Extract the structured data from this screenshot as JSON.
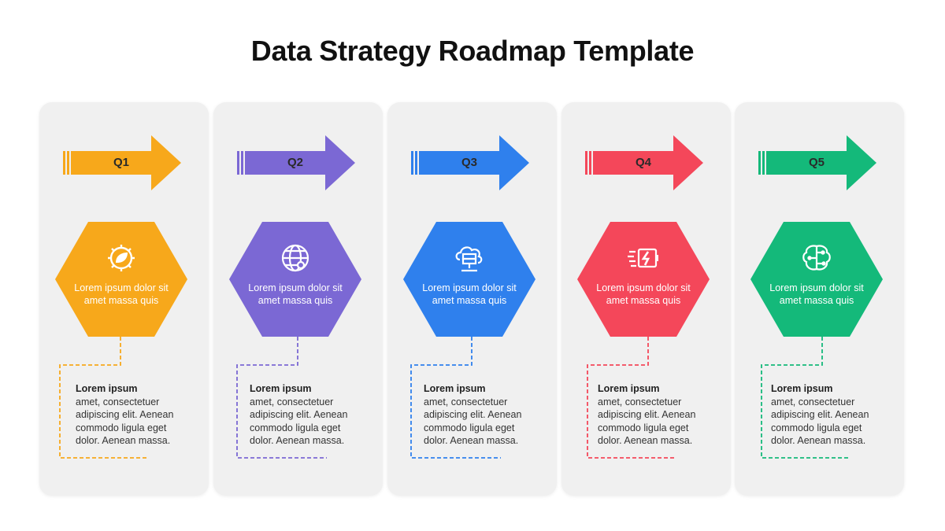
{
  "page": {
    "title": "Data Strategy Roadmap Template"
  },
  "columns": [
    {
      "quarter": "Q1",
      "color": "#f7a81b",
      "icon": "gear-leaf-icon",
      "hex_text": "Lorem ipsum dolor sit amet massa quis",
      "desc_title": "Lorem ipsum",
      "desc_body": "amet, consectetuer\nadipiscing elit. Aenean\ncommodo ligula eget\ndolor. Aenean massa."
    },
    {
      "quarter": "Q2",
      "color": "#7b68d4",
      "icon": "globe-network-icon",
      "hex_text": "Lorem ipsum dolor sit amet massa quis",
      "desc_title": "Lorem ipsum",
      "desc_body": "amet, consectetuer\nadipiscing elit. Aenean\ncommodo ligula eget\ndolor. Aenean massa."
    },
    {
      "quarter": "Q3",
      "color": "#2f80ed",
      "icon": "cloud-server-icon",
      "hex_text": "Lorem ipsum dolor sit amet massa quis",
      "desc_title": "Lorem ipsum",
      "desc_body": "amet, consectetuer\nadipiscing elit. Aenean\ncommodo ligula eget\ndolor. Aenean massa."
    },
    {
      "quarter": "Q4",
      "color": "#f4475a",
      "icon": "fast-battery-icon",
      "hex_text": "Lorem ipsum dolor sit amet massa quis",
      "desc_title": "Lorem ipsum",
      "desc_body": "amet, consectetuer\nadipiscing elit. Aenean\ncommodo ligula eget\ndolor. Aenean massa."
    },
    {
      "quarter": "Q5",
      "color": "#14b97a",
      "icon": "brain-circuit-icon",
      "hex_text": "Lorem ipsum dolor sit amet massa quis",
      "desc_title": "Lorem ipsum",
      "desc_body": "amet, consectetuer\nadipiscing elit. Aenean\ncommodo ligula eget\ndolor. Aenean massa."
    }
  ]
}
